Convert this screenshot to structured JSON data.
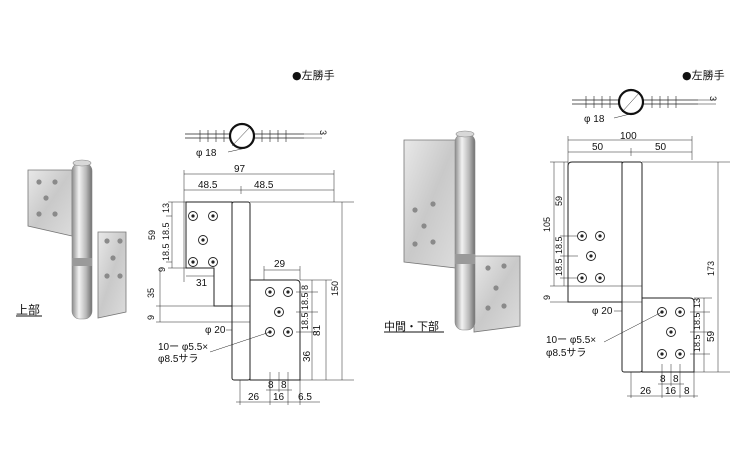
{
  "top_hinge": {
    "photo_label": "上部",
    "hand_label": "●左勝手",
    "pin_dia": "φ 18",
    "thickness": "3",
    "overall_width": "97",
    "half_left": "48.5",
    "half_right": "48.5",
    "leaf_h_59": "59",
    "d_13": "13",
    "d_18_5a": "18.5",
    "d_18_5b": "18.5",
    "d_9": "9",
    "d_35": "35",
    "d_9b": "9",
    "d_31": "31",
    "d_29": "29",
    "d_150": "150",
    "d_18_5c": "18.5",
    "d_8": "8",
    "d_18_5d": "18.5",
    "d_81": "81",
    "d_36": "36",
    "knuckle_dia": "φ 20",
    "hole_spec_1": "10ー φ5.5×",
    "hole_spec_2": "φ8.5サラ",
    "d_8a": "8",
    "d_8b": "8",
    "d_26": "26",
    "d_16": "16",
    "d_6_5": "6.5"
  },
  "mid_hinge": {
    "photo_label": "中間・下部",
    "hand_label": "●左勝手",
    "pin_dia": "φ 18",
    "thickness": "3",
    "overall_width": "100",
    "half_left": "50",
    "half_right": "50",
    "d_105": "105",
    "d_59": "59",
    "d_18_5a": "18.5",
    "d_18_5b": "18.5",
    "d_9": "9",
    "d_173": "173",
    "knuckle_dia": "φ 20",
    "hole_spec_1": "10ー φ5.5×",
    "hole_spec_2": "φ8.5サラ",
    "d_13": "13",
    "d_18_5c": "18.5",
    "d_18_5d": "18.5",
    "d_59b": "59",
    "d_8a": "8",
    "d_8b": "8",
    "d_26": "26",
    "d_16": "16",
    "d_8c": "8"
  }
}
